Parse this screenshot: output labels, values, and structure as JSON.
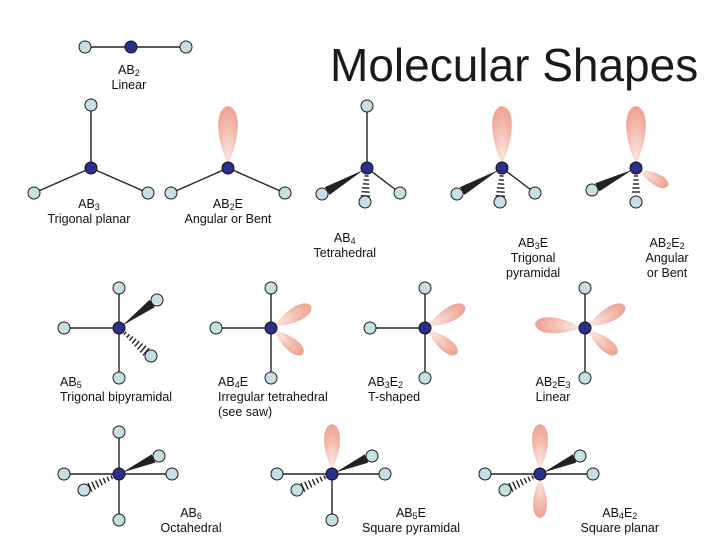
{
  "title": "Molecular Shapes",
  "colors": {
    "center_atom": "#2b2f8c",
    "outer_atom": "#c6dfe3",
    "lone_pair": "#f2b5a8",
    "bond": "#222222"
  },
  "shapes": [
    {
      "id": "linear",
      "formula": [
        "AB",
        "2",
        ""
      ],
      "name": "Linear"
    },
    {
      "id": "trigonal-planar",
      "formula": [
        "AB",
        "3",
        ""
      ],
      "name": "Trigonal planar"
    },
    {
      "id": "angular-bent-1",
      "formula": [
        "AB",
        "2",
        "E"
      ],
      "name": "Angular or Bent"
    },
    {
      "id": "tetrahedral",
      "formula": [
        "AB",
        "4",
        ""
      ],
      "name": "Tetrahedral"
    },
    {
      "id": "trigonal-pyramidal",
      "formula": [
        "AB",
        "3",
        "E"
      ],
      "name": "Trigonal",
      "name2": "pyramidal"
    },
    {
      "id": "angular-bent-2",
      "formula": [
        "AB",
        "2",
        "E",
        "2"
      ],
      "name": "Angular",
      "name2": "or Bent"
    },
    {
      "id": "trigonal-bipyramidal",
      "formula": [
        "AB",
        "5",
        ""
      ],
      "name": "Trigonal bipyramidal"
    },
    {
      "id": "irregular-tetrahedral",
      "formula": [
        "AB",
        "4",
        "E"
      ],
      "name": "Irregular tetrahedral",
      "name2": "(see saw)"
    },
    {
      "id": "t-shaped",
      "formula": [
        "AB",
        "3",
        "E",
        "2"
      ],
      "name": "T-shaped"
    },
    {
      "id": "linear-2",
      "formula": [
        "AB",
        "2",
        "E",
        "3"
      ],
      "name": "Linear"
    },
    {
      "id": "octahedral",
      "formula": [
        "AB",
        "6",
        ""
      ],
      "name": "Octahedral"
    },
    {
      "id": "square-pyramidal",
      "formula": [
        "AB",
        "5",
        "E"
      ],
      "name": "Square pyramidal"
    },
    {
      "id": "square-planar",
      "formula": [
        "AB",
        "4",
        "E",
        "2"
      ],
      "name": "Square planar"
    }
  ]
}
